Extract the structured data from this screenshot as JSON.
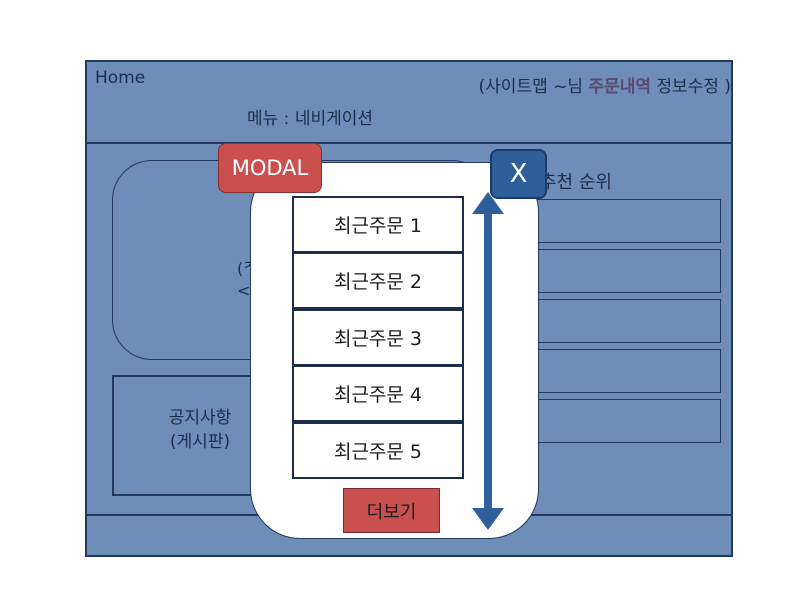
{
  "header": {
    "home": "Home",
    "sitemap_prefix": "(사이트맵 ~님",
    "sitemap_orders": "주문내역",
    "sitemap_suffix": "정보수정 )",
    "menu": "메뉴 : 네비게이션"
  },
  "banner": {
    "line1": "(\u0000",
    "line2": "<"
  },
  "notice": {
    "line1": "공지사항",
    "line2": "(게시판)"
  },
  "ranking": {
    "title": "추천 순위"
  },
  "modal": {
    "tag": "MODAL",
    "close": "X",
    "orders": [
      "최근주문 1",
      "최근주문 2",
      "최근주문 3",
      "최근주문 4",
      "최근주문 5"
    ],
    "more": "더보기"
  },
  "colors": {
    "frame": "#6e8db8",
    "border": "#243a5c",
    "accent_red": "#c9504f",
    "accent_blue": "#2e5f9a"
  }
}
